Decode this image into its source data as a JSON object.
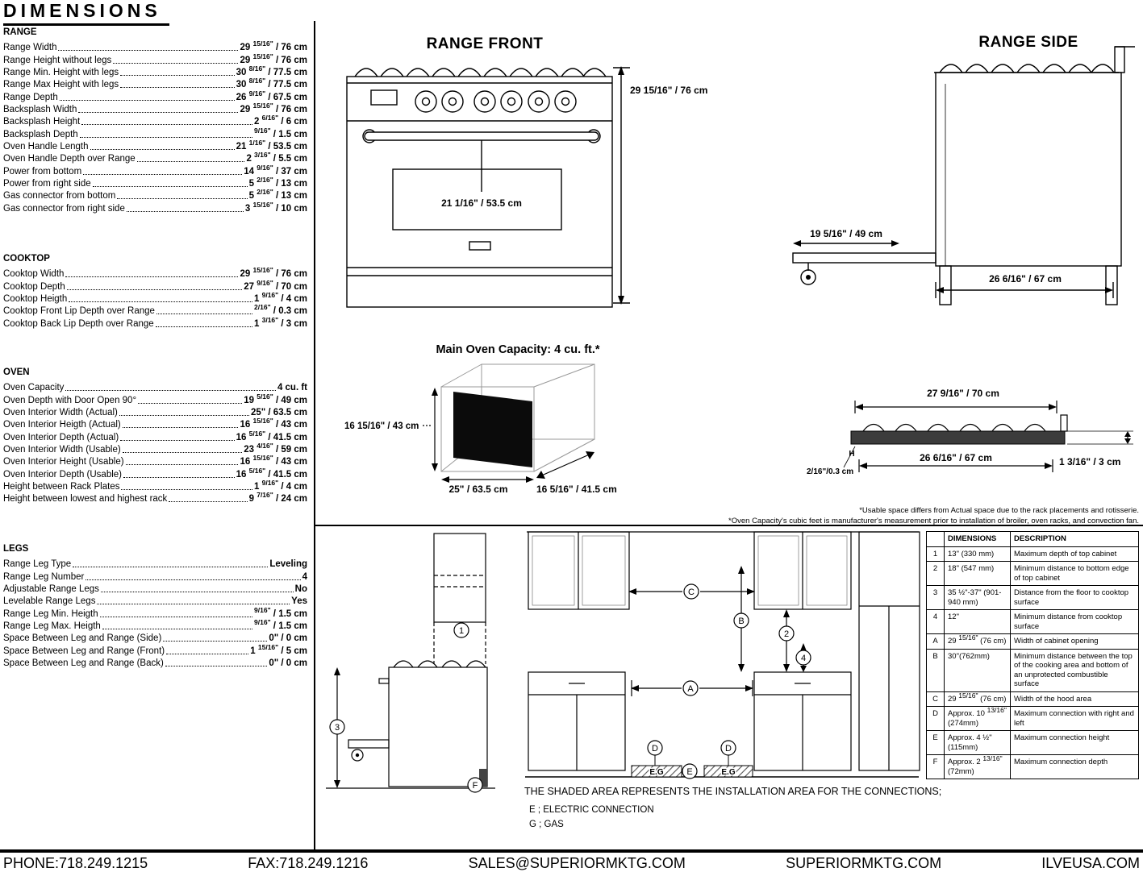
{
  "page_title": "DIMENSIONS",
  "specs": {
    "range": {
      "heading": "RANGE",
      "rows": [
        {
          "label": "Range Width",
          "value": "29 15/16\" / 76 cm"
        },
        {
          "label": "Range Height without legs",
          "value": "29 15/16\" / 76 cm"
        },
        {
          "label": "Range Min. Height with legs",
          "value": "30 8/16\" / 77.5 cm"
        },
        {
          "label": "Range Max Height with legs",
          "value": "30 8/16\" / 77.5 cm"
        },
        {
          "label": "Range Depth",
          "value": "26 9/16\" / 67.5 cm"
        },
        {
          "label": "Backsplash Width",
          "value": "29 15/16\" / 76 cm"
        },
        {
          "label": "Backsplash Height",
          "value": "2 6/16\" / 6 cm"
        },
        {
          "label": "Backsplash Depth",
          "value": "9/16\" / 1.5 cm"
        },
        {
          "label": "Oven Handle Length",
          "value": "21 1/16\" / 53.5 cm"
        },
        {
          "label": "Oven Handle Depth over Range",
          "value": "2 3/16\" / 5.5 cm"
        },
        {
          "label": "Power from bottom",
          "value": "14 9/16\" / 37 cm"
        },
        {
          "label": "Power from right side",
          "value": "5 2/16\" / 13 cm"
        },
        {
          "label": "Gas connector from bottom",
          "value": "5 2/16\" / 13 cm"
        },
        {
          "label": "Gas connector from right side",
          "value": "3 15/16\" / 10 cm"
        }
      ]
    },
    "cooktop": {
      "heading": "COOKTOP",
      "rows": [
        {
          "label": "Cooktop Width",
          "value": "29 15/16\" / 76 cm"
        },
        {
          "label": "Cooktop Depth",
          "value": "27 9/16\" / 70 cm"
        },
        {
          "label": "Cooktop Heigth",
          "value": "1 9/16\" / 4 cm"
        },
        {
          "label": "Cooktop Front Lip Depth over Range",
          "value": "2/16\" / 0.3 cm"
        },
        {
          "label": "Cooktop Back Lip Depth over Range",
          "value": "1 3/16\" / 3 cm"
        }
      ]
    },
    "oven": {
      "heading": "OVEN",
      "rows": [
        {
          "label": "Oven Capacity",
          "value": "4 cu. ft"
        },
        {
          "label": "Oven Depth with Door Open 90°",
          "value": "19 5/16\" / 49 cm"
        },
        {
          "label": "Oven Interior Width (Actual)",
          "value": "25\" / 63.5 cm"
        },
        {
          "label": "Oven Interior Heigth (Actual)",
          "value": "16 15/16\" / 43 cm"
        },
        {
          "label": "Oven Interior Depth (Actual)",
          "value": "16 5/16\" / 41.5 cm"
        },
        {
          "label": "Oven Interior Width (Usable)",
          "value": "23 4/16\" / 59 cm"
        },
        {
          "label": "Oven Interior Height (Usable)",
          "value": "16 15/16\" / 43 cm"
        },
        {
          "label": "Oven Interior Depth (Usable)",
          "value": "16 5/16\" / 41.5 cm"
        },
        {
          "label": "Height between Rack Plates",
          "value": "1 9/16\" / 4 cm"
        },
        {
          "label": "Height between lowest and highest rack",
          "value": "9 7/16\" / 24 cm"
        }
      ]
    },
    "legs": {
      "heading": "LEGS",
      "rows": [
        {
          "label": "Range Leg Type",
          "value": "Leveling"
        },
        {
          "label": "Range Leg Number",
          "value": "4"
        },
        {
          "label": "Adjustable Range Legs",
          "value": "No"
        },
        {
          "label": "Levelable Range Legs",
          "value": "Yes"
        },
        {
          "label": "Range Leg Min. Heigth",
          "value": "9/16\" / 1.5 cm"
        },
        {
          "label": "Range Leg Max. Heigth",
          "value": "9/16\" / 1.5 cm"
        },
        {
          "label": "Space Between Leg and Range (Side)",
          "value": "0\" / 0 cm"
        },
        {
          "label": "Space Between Leg and Range (Front)",
          "value": "1 15/16\" / 5 cm"
        },
        {
          "label": "Space Between Leg and Range (Back)",
          "value": "0\" / 0 cm"
        }
      ]
    }
  },
  "drawings": {
    "range_front": {
      "title": "RANGE FRONT",
      "height_dim": "29 15/16\" / 76 cm",
      "handle_dim": "21 1/16\" / 53.5 cm"
    },
    "range_side": {
      "title": "RANGE SIDE",
      "door_open_dim": "19 5/16\" / 49 cm",
      "depth_dim": "26 6/16\" / 67 cm"
    },
    "oven_capacity": {
      "title": "Main Oven Capacity: 4 cu. ft.*",
      "height_dim": "16 15/16\" / 43 cm",
      "width_dim": "25\" / 63.5 cm",
      "depth_dim": "16 5/16\" / 41.5 cm"
    },
    "cooktop_profile": {
      "top_dim": "27 9/16\" / 70 cm",
      "bottom_dim": "26 6/16\" / 67 cm",
      "right_dim": "1 3/16\" / 3 cm",
      "left_dim": "2/16\"/0.3 cm",
      "h_label": "H"
    },
    "notes": [
      "*Usable space differs from Actual space due to the rack placements and rotisserie.",
      "*Oven Capacity's cubic feet is manufacturer's measurement prior to installation of broiler, oven racks, and convection fan."
    ]
  },
  "installation": {
    "callouts": {
      "c1": "1",
      "c3": "3",
      "cF": "F",
      "cC": "C",
      "cB": "B",
      "cA": "A",
      "c2": "2",
      "c4": "4",
      "cD1": "D",
      "cD2": "D",
      "cE": "E"
    },
    "shaded_label": "E.G",
    "note_line1": "THE SHADED AREA REPRESENTS THE INSTALLATION AREA FOR THE CONNECTIONS;",
    "note_line2": "E ; ELECTRIC CONNECTION",
    "note_line3": "G ; GAS"
  },
  "table": {
    "headers": [
      "",
      "DIMENSIONS",
      "DESCRIPTION"
    ],
    "rows": [
      {
        "id": "1",
        "dimension": "13\" (330 mm)",
        "description": "Maximum depth of top cabinet"
      },
      {
        "id": "2",
        "dimension": "18\" (547 mm)",
        "description": "Minimum distance to bottom edge of top cabinet"
      },
      {
        "id": "3",
        "dimension": "35 ½\"-37\" (901-940 mm)",
        "description": "Distance from the floor to cooktop surface"
      },
      {
        "id": "4",
        "dimension": "12\"",
        "description": "Minimum distance from cooktop surface"
      },
      {
        "id": "A",
        "dimension": "29 15/16\" (76 cm)",
        "description": "Width of cabinet opening"
      },
      {
        "id": "B",
        "dimension": "30\"(762mm)",
        "description": "Minimum distance between the top of the cooking area and bottom of an unprotected combustible surface"
      },
      {
        "id": "C",
        "dimension": "29 15/16\" (76 cm)",
        "description": "Width of the hood area"
      },
      {
        "id": "D",
        "dimension": "Approx. 10 13/16\" (274mm)",
        "description": "Maximum connection with right and left"
      },
      {
        "id": "E",
        "dimension": "Approx. 4 ½\" (115mm)",
        "description": "Maximum connection height"
      },
      {
        "id": "F",
        "dimension": "Approx. 2 13/16\" (72mm)",
        "description": "Maximum connection depth"
      }
    ]
  },
  "footer": {
    "phone": "PHONE:718.249.1215",
    "fax": "FAX:718.249.1216",
    "email": "SALES@SUPERIORMKTG.COM",
    "website": "SUPERIORMKTG.COM",
    "brand": "ILVEUSA.COM"
  }
}
